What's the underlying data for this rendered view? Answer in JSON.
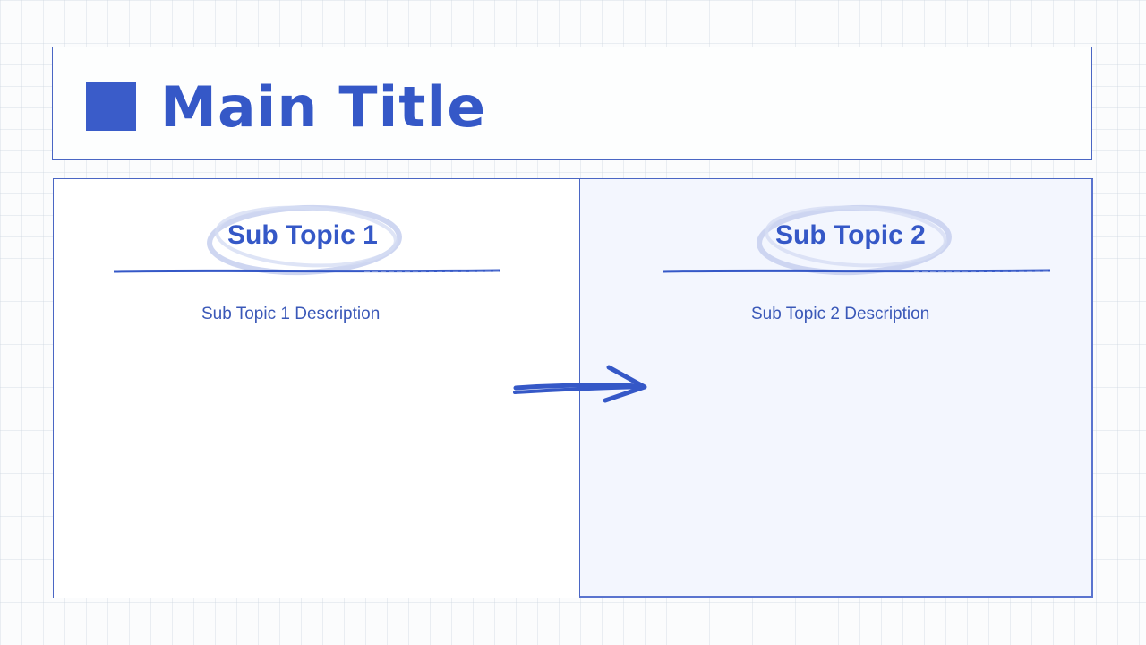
{
  "header": {
    "title": "Main Title",
    "accent_color": "#3558c7"
  },
  "panels": [
    {
      "title": "Sub Topic 1",
      "description": "Sub Topic 1 Description",
      "background": "#ffffff"
    },
    {
      "title": "Sub Topic 2",
      "description": "Sub Topic 2 Description",
      "background": "#f3f6fe"
    }
  ],
  "decorations": {
    "connector": "arrow-right-icon",
    "highlight": "hand-drawn-ellipse",
    "divider": "brush-underline"
  }
}
